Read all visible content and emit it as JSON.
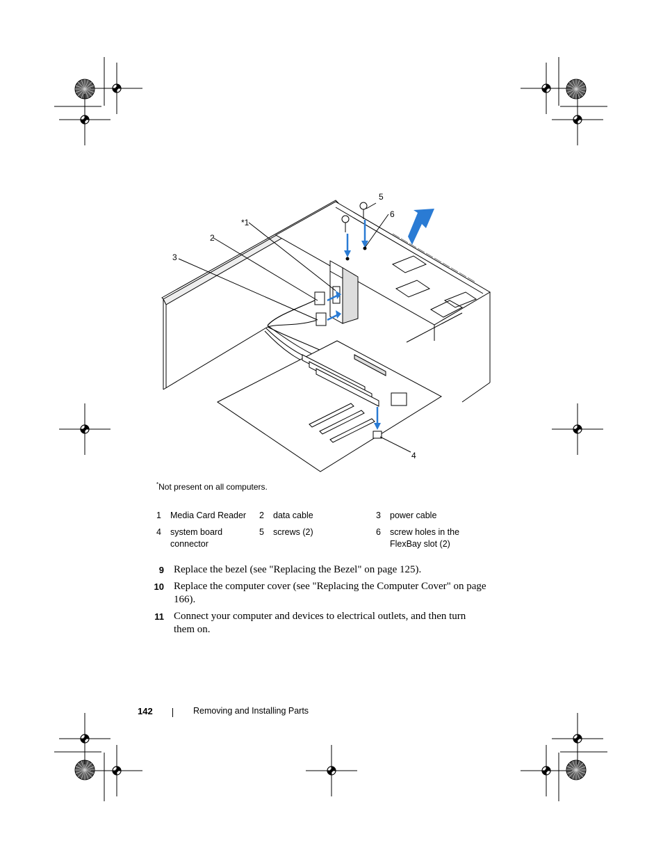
{
  "figure": {
    "callouts": [
      "5",
      "6",
      "*1",
      "2",
      "3",
      "4"
    ],
    "arrow_color": "#2a7bd4"
  },
  "footnote": {
    "marker": "*",
    "text": "Not present on all computers."
  },
  "legend": [
    [
      {
        "n": "1",
        "label": "Media Card Reader"
      },
      {
        "n": "2",
        "label": "data cable"
      },
      {
        "n": "3",
        "label": "power cable"
      }
    ],
    [
      {
        "n": "4",
        "label": "system board connector"
      },
      {
        "n": "5",
        "label": "screws (2)"
      },
      {
        "n": "6",
        "label": "screw holes in the FlexBay slot (2)"
      }
    ]
  ],
  "steps": [
    {
      "n": "9",
      "text": "Replace the bezel (see \"Replacing the Bezel\" on page 125)."
    },
    {
      "n": "10",
      "text": "Replace the computer cover (see \"Replacing the Computer Cover\" on page 166)."
    },
    {
      "n": "11",
      "text": "Connect your computer and devices to electrical outlets, and then turn them on."
    }
  ],
  "footer": {
    "page_number": "142",
    "section": "Removing and Installing Parts"
  }
}
